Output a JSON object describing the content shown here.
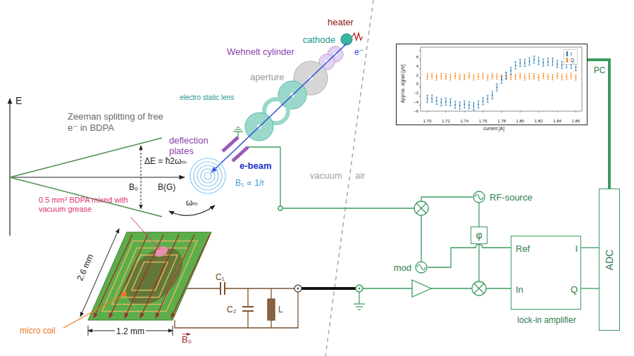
{
  "diagram": {
    "nodes": [
      {
        "text": [
          "Approx. signal [μV]",
          "current [A]"
        ]
      },
      {
        "text": [
          "RF-source"
        ]
      },
      {
        "text": [
          "φ"
        ]
      },
      {
        "text": [
          "mod"
        ]
      },
      {
        "text": [
          "Ref",
          "I",
          "In",
          "Q",
          "lock-in amplifier"
        ]
      },
      {
        "text": [
          "ADC"
        ]
      }
    ],
    "edges": [
      {
        "from": 1,
        "to": 2,
        "arrow": "none"
      },
      {
        "from": 3,
        "to": 4,
        "arrow": "none"
      },
      {
        "from": 4,
        "to": 5,
        "arrow": "none"
      },
      {
        "from": 4,
        "to": 5,
        "arrow": "none"
      },
      {
        "from": 5,
        "to": 0,
        "arrow": "none",
        "label": "PC"
      }
    ],
    "labels": [
      "E",
      "B(G)",
      "B₀",
      "ΔE = ħ2ωₘ",
      "Zeeman splitting of free e⁻ in BDPA",
      "heater",
      "cathode",
      "e⁻",
      "Wehnelt cylinder",
      "aperture",
      "electro static lens",
      "deflection plates",
      "e-beam",
      "B₁ ∝ 1/r",
      "ωₘ",
      "0.5 mm³ BDPA mixed with vacuum grease",
      "2.6 mm",
      "1.2 mm",
      "micro coil",
      "B₀",
      "C₁",
      "C₂",
      "L",
      "vacuum",
      "air",
      "1.70",
      "1.72",
      "1.74",
      "1.76",
      "1.78",
      "1.80",
      "1.82",
      "1.84",
      "1.86",
      "−6",
      "−4",
      "−2",
      "0",
      "2",
      "4",
      "6"
    ],
    "legend": [
      {
        "text": "I",
        "color": "#1f77b4"
      },
      {
        "text": "Q",
        "color": "#ff7f0e"
      }
    ]
  }
}
